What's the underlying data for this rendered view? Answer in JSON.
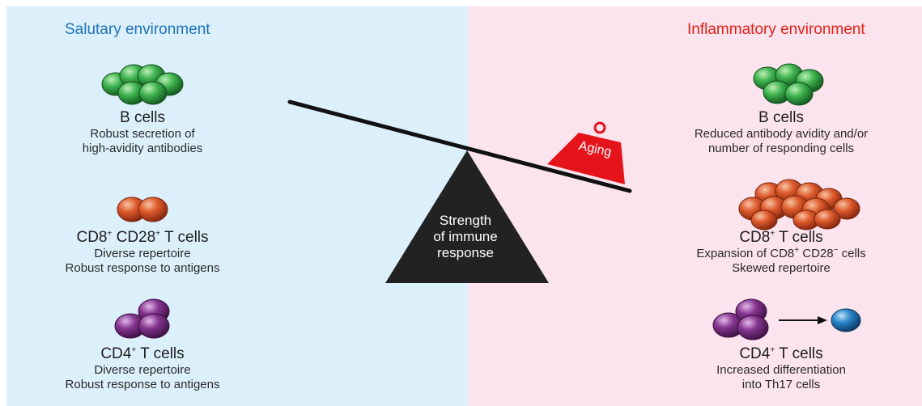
{
  "left": {
    "heading": "Salutary environment",
    "b_cells": {
      "title": "B cells",
      "desc1": "Robust secretion of",
      "desc2": "high-avidity antibodies"
    },
    "cd8": {
      "title_a": "CD8",
      "sup_a": "+",
      "title_b": " CD28",
      "sup_b": "+",
      "title_c": " T cells",
      "desc1": "Diverse repertoire",
      "desc2": "Robust response to antigens"
    },
    "cd4": {
      "title_a": "CD4",
      "sup_a": "+",
      "title_c": " T cells",
      "desc1": "Diverse repertoire",
      "desc2": "Robust response to antigens"
    }
  },
  "right": {
    "heading": "Inflammatory environment",
    "b_cells": {
      "title": "B cells",
      "desc1": "Reduced antibody avidity and/or",
      "desc2": "number of responding cells"
    },
    "cd8": {
      "title_a": "CD8",
      "sup_a": "+",
      "title_c": " T cells",
      "desc1_a": "Expansion of CD8",
      "desc1_sup_a": "+",
      "desc1_b": " CD28",
      "desc1_sup_b": "−",
      "desc1_c": " cells",
      "desc2": "Skewed repertoire"
    },
    "cd4": {
      "title_a": "CD4",
      "sup_a": "+",
      "title_c": " T cells",
      "desc1": "Increased differentiation",
      "desc2": "into Th17 cells"
    }
  },
  "scale": {
    "fulcrum_line1": "Strength",
    "fulcrum_line2": "of immune",
    "fulcrum_line3": "response",
    "weight_label": "Aging"
  },
  "colors": {
    "salutary_bg": "#dcf0fb",
    "inflammatory_bg": "#fbe4ee",
    "salutary_heading": "#1f73b7",
    "inflammatory_heading": "#e62117",
    "b_cell": "#2e9e3f",
    "cd8_cell": "#d9542a",
    "cd4_cell": "#7a2f86",
    "th17_cell": "#1f6fb0",
    "weight": "#e5141b",
    "fulcrum": "#222222"
  }
}
